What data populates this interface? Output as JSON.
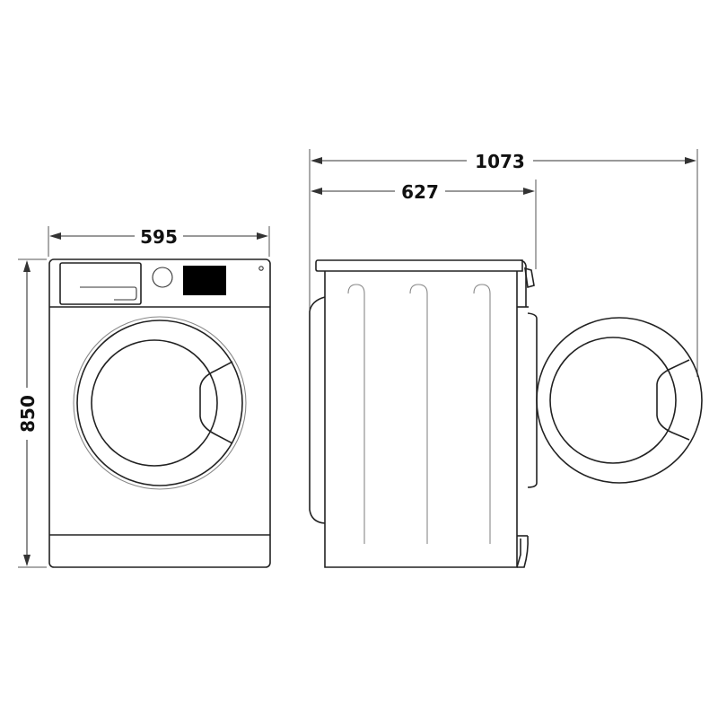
{
  "diagram": {
    "subject": "Front-loading washing machine dimensions",
    "units": "mm",
    "colors": {
      "line": "#222222",
      "background": "#ffffff",
      "display": "#000000"
    },
    "front_view": {
      "width_label": "595",
      "height_label": "850",
      "parts": [
        "detergent-drawer",
        "program-knob",
        "display",
        "indicator-light",
        "door-porthole",
        "door-handle",
        "kick-plate"
      ]
    },
    "side_view": {
      "depth_label": "627",
      "depth_door_open_label": "1073",
      "parts": [
        "top-panel",
        "side-panel",
        "ribs",
        "open-door",
        "door-hinge"
      ]
    }
  }
}
